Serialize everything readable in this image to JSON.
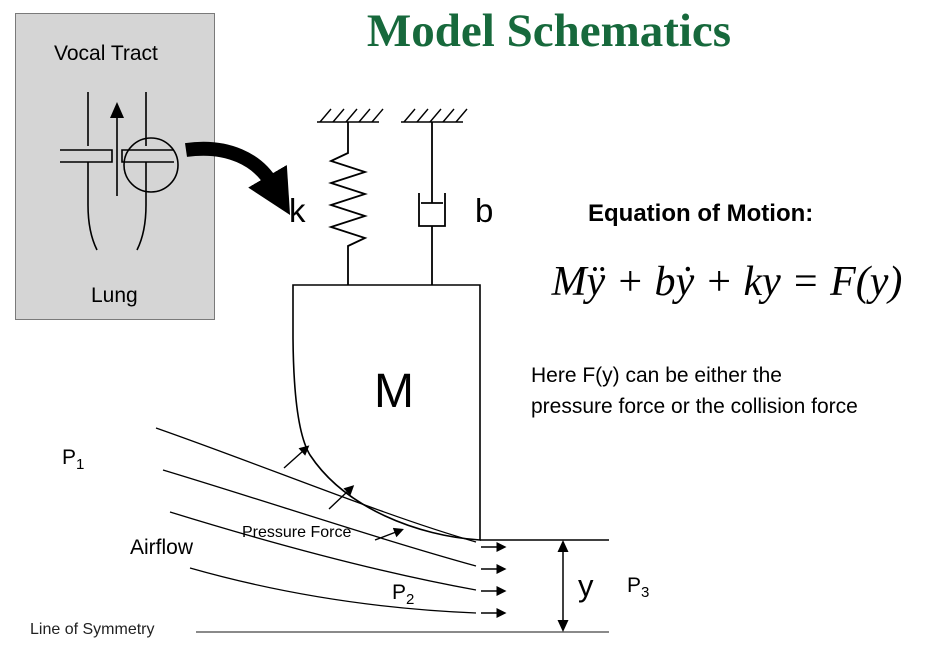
{
  "title": "Model Schematics",
  "colors": {
    "title_green": "#17693C",
    "inset_background": "#d5d5d5",
    "inset_border": "#7a7a7a",
    "line_color": "#000000"
  },
  "inset": {
    "top_label": "Vocal Tract",
    "bottom_label": "Lung"
  },
  "diagram": {
    "spring_label": "k",
    "damper_label": "b",
    "mass_label": "M",
    "airflow_label": "Airflow",
    "pressure_force_label": "Pressure Force",
    "gap_label": "y",
    "symmetry_label": "Line of Symmetry",
    "p1": {
      "base": "P",
      "sub": "1"
    },
    "p2": {
      "base": "P",
      "sub": "2"
    },
    "p3": {
      "base": "P",
      "sub": "3"
    }
  },
  "equation": {
    "heading": "Equation of Motion:",
    "formula": "Mÿ + bẏ + ky = F(y)",
    "note_line1": "Here F(y) can be either the",
    "note_line2": "pressure force or the collision force"
  }
}
